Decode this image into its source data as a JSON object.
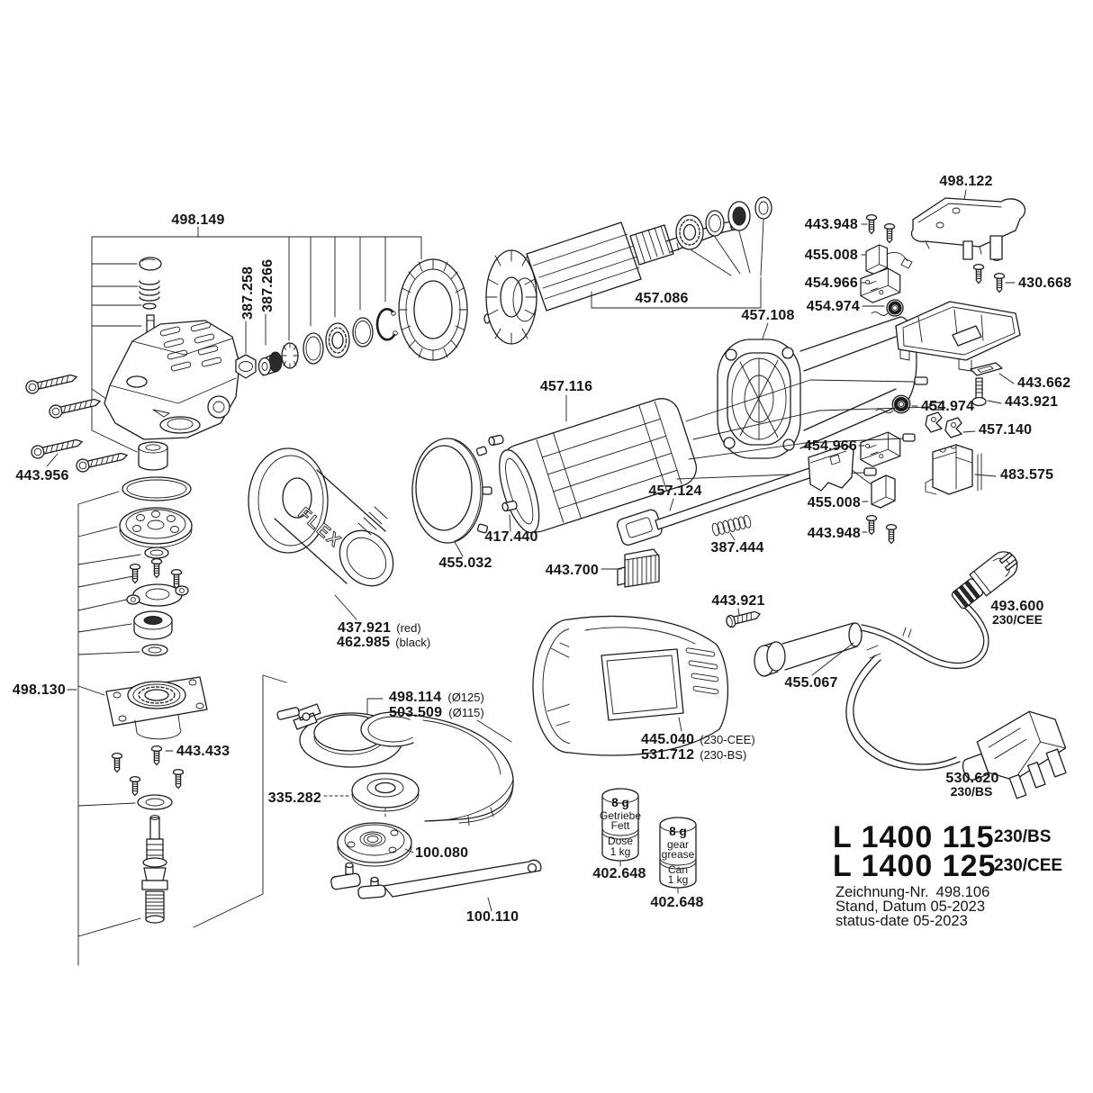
{
  "page": {
    "background": "#ffffff",
    "ink": "#1d1d1b",
    "type": "exploded-parts-diagram",
    "product": "angle grinder"
  },
  "brand": {
    "handle_logo": "FLEX"
  },
  "labels": {
    "l498149": {
      "text": "498.149"
    },
    "l387258": {
      "text": "387.258"
    },
    "l387266": {
      "text": "387.266"
    },
    "l443956": {
      "text": "443.956"
    },
    "l457086": {
      "text": "457.086"
    },
    "l443948_top": {
      "text": "443.948"
    },
    "l455008_top": {
      "text": "455.008"
    },
    "l454966_top": {
      "text": "454.966"
    },
    "l454974_top": {
      "text": "454.974"
    },
    "l498122": {
      "text": "498.122"
    },
    "l430668": {
      "text": "430.668"
    },
    "l457108": {
      "text": "457.108"
    },
    "l443662": {
      "text": "443.662"
    },
    "l443921_right": {
      "text": "443.921"
    },
    "l454974_mid": {
      "text": "454.974"
    },
    "l457140": {
      "text": "457.140"
    },
    "l454966_mid": {
      "text": "454.966"
    },
    "l483575": {
      "text": "483.575"
    },
    "l455008_mid": {
      "text": "455.008"
    },
    "l443948_mid": {
      "text": "443.948"
    },
    "l457116": {
      "text": "457.116"
    },
    "l457124": {
      "text": "457.124"
    },
    "l387444": {
      "text": "387.444"
    },
    "l417440": {
      "text": "417.440"
    },
    "l455032": {
      "text": "455.032"
    },
    "l443700": {
      "text": "443.700"
    },
    "l443921_mid": {
      "text": "443.921"
    },
    "l437921": {
      "text": "437.921",
      "suffix": "(red)"
    },
    "l462985": {
      "text": "462.985",
      "suffix": "(black)"
    },
    "l498130": {
      "text": "498.130"
    },
    "l443433": {
      "text": "443.433"
    },
    "l498114": {
      "text": "498.114",
      "suffix": "(Ø125)"
    },
    "l503509": {
      "text": "503.509",
      "suffix": "(Ø115)"
    },
    "l335282": {
      "text": "335.282"
    },
    "l100080": {
      "text": "100.080"
    },
    "l100110": {
      "text": "100.110"
    },
    "l445040": {
      "text": "445.040",
      "suffix": "(230-CEE)"
    },
    "l531712": {
      "text": "531.712",
      "suffix": "(230-BS)"
    },
    "l455067": {
      "text": "455.067"
    },
    "l493600": {
      "text": "493.600",
      "sub": "230/CEE"
    },
    "l530620": {
      "text": "530.620",
      "sub": "230/BS"
    }
  },
  "grease_cans": [
    {
      "part": "402.648",
      "weight": "8 g",
      "name_l1": "Getriebe",
      "name_l2": "Fett",
      "container_l1": "Dose",
      "container_l2": "1 kg"
    },
    {
      "part": "402.648",
      "weight": "8 g",
      "name_l1": "gear",
      "name_l2": "grease",
      "container_l1": "Can",
      "container_l2": "1 kg"
    }
  ],
  "title_block": {
    "models": [
      {
        "name": "L 1400 115",
        "variant": "230/BS"
      },
      {
        "name": "L 1400 125",
        "variant": "230/CEE"
      }
    ],
    "drawing_label": "Zeichnung-Nr.",
    "drawing_number": "498.106",
    "date_line_de": "Stand, Datum 05-2023",
    "date_line_en": "status-date 05-2023"
  }
}
